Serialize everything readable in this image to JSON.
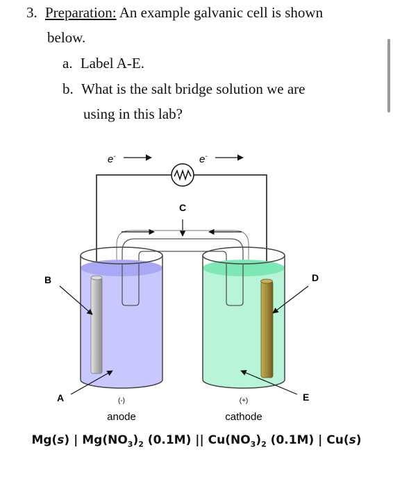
{
  "question": {
    "number": "3.",
    "title": "Preparation:",
    "text_line1": " An example galvanic cell is shown",
    "text_line2": "below.",
    "parts": [
      {
        "letter": "a.",
        "line1": "Label A-E.",
        "line2": ""
      },
      {
        "letter": "b.",
        "line1": "What is the salt bridge solution we are",
        "line2": "using in this lab?"
      }
    ]
  },
  "diagram": {
    "electron_symbol": "e",
    "electron_charge": "-",
    "labels": {
      "A": "A",
      "B": "B",
      "C": "C",
      "D": "D",
      "E": "E"
    },
    "anode_sign": "(-)",
    "anode_label": "anode",
    "cathode_sign": "(+)",
    "cathode_label": "cathode",
    "colors": {
      "anode_solution": "#c8c8ff",
      "cathode_solution": "#b8f5d8",
      "anode_electrode": "#c0c0c0",
      "cathode_electrode": "#a7923a"
    }
  },
  "cell_notation": {
    "mg1": "Mg(",
    "s1": "s",
    "mid1": ") | Mg(NO",
    "sub1": "3",
    "mid2": ")",
    "sub2": "2",
    "mid3": " (0.1M) || Cu(NO",
    "sub3": "3",
    "mid4": ")",
    "sub4": "2",
    "mid5": " (0.1M) | Cu(",
    "s2": "s",
    "end": ")"
  }
}
